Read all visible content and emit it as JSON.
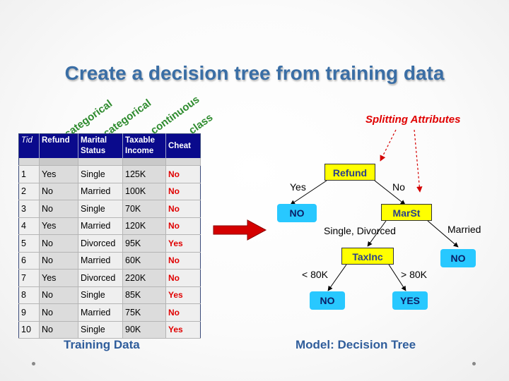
{
  "title": "Create a decision tree from training data",
  "column_types": [
    "categorical",
    "categorical",
    "continuous",
    "class"
  ],
  "table": {
    "headers": {
      "tid": "Tid",
      "refund": "Refund",
      "marital_1": "Marital",
      "marital_2": "Status",
      "income_1": "Taxable",
      "income_2": "Income",
      "cheat": "Cheat"
    },
    "rows": [
      [
        "1",
        "Yes",
        "Single",
        "125K",
        "No"
      ],
      [
        "2",
        "No",
        "Married",
        "100K",
        "No"
      ],
      [
        "3",
        "No",
        "Single",
        "70K",
        "No"
      ],
      [
        "4",
        "Yes",
        "Married",
        "120K",
        "No"
      ],
      [
        "5",
        "No",
        "Divorced",
        "95K",
        "Yes"
      ],
      [
        "6",
        "No",
        "Married",
        "60K",
        "No"
      ],
      [
        "7",
        "Yes",
        "Divorced",
        "220K",
        "No"
      ],
      [
        "8",
        "No",
        "Single",
        "85K",
        "Yes"
      ],
      [
        "9",
        "No",
        "Married",
        "75K",
        "No"
      ],
      [
        "10",
        "No",
        "Single",
        "90K",
        "Yes"
      ]
    ]
  },
  "captions": {
    "training": "Training Data",
    "model": "Model:  Decision Tree"
  },
  "splitting_attributes": "Splitting Attributes",
  "tree": {
    "root": "Refund",
    "root_yes": "Yes",
    "root_no": "No",
    "leaf_refund_yes": "NO",
    "marst": "MarSt",
    "marst_single_divorced": "Single, Divorced",
    "marst_married": "Married",
    "leaf_married": "NO",
    "taxinc": "TaxInc",
    "taxinc_low": "< 80K",
    "taxinc_high": "> 80K",
    "leaf_low": "NO",
    "leaf_high": "YES"
  },
  "colors": {
    "title": "#3a6ea5",
    "table_header": "#0a0a8c",
    "class_value": "#e00000",
    "column_type": "#2e8b2e",
    "attribute_node": "#ffff00",
    "leaf_node": "#28c8ff",
    "arrow": "#d40000"
  }
}
